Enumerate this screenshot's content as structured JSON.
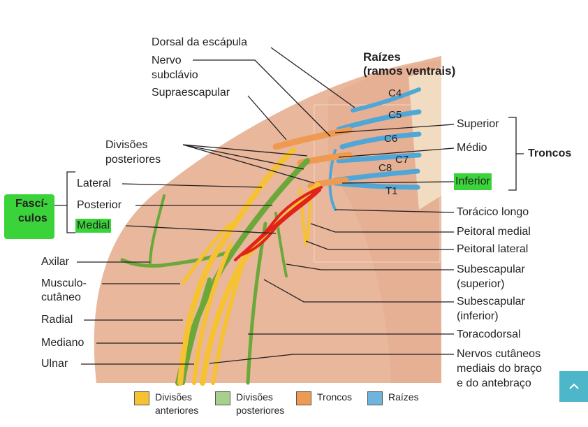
{
  "colors": {
    "anterior": "#f6c232",
    "posterior": "#7cba45",
    "trunks": "#ef9a52",
    "roots": "#4fa7d8",
    "highlight": "#3ad43a",
    "annotation": "#e0231c",
    "scroll_button": "#4db6c8"
  },
  "roots_header": [
    "Raízes",
    "(ramos ventrais)"
  ],
  "roots": [
    "C4",
    "C5",
    "C6",
    "C7",
    "C8",
    "T1"
  ],
  "top_labels": {
    "dorsal_escapula": "Dorsal da escápula",
    "nervo_subclavio": [
      "Nervo",
      "subclávio"
    ],
    "supraescapular": "Supraescapular",
    "divisoes_posteriores": [
      "Divisões",
      "posteriores"
    ]
  },
  "fasciculos": {
    "group_label": [
      "Fascí-",
      "culos"
    ],
    "items": [
      "Lateral",
      "Posterior",
      "Medial"
    ]
  },
  "left_labels": {
    "axilar": "Axilar",
    "musculocutaneo": [
      "Musculo-",
      "cutâneo"
    ],
    "radial": "Radial",
    "mediano": "Mediano",
    "ulnar": "Ulnar"
  },
  "troncos": {
    "group_label": "Troncos",
    "items": [
      "Superior",
      "Médio",
      "Inferior"
    ]
  },
  "right_labels": {
    "toracico_longo": "Torácico longo",
    "peitoral_medial": "Peitoral medial",
    "peitoral_lateral": "Peitoral lateral",
    "subescapular_superior": [
      "Subescapular",
      "(superior)"
    ],
    "subescapular_inferior": [
      "Subescapular",
      "(inferior)"
    ],
    "toracodorsal": "Toracodorsal",
    "cutaneos": [
      "Nervos cutâneos",
      "mediais do braço",
      "e do antebraço"
    ]
  },
  "legend": [
    {
      "lines": [
        "Divisões",
        "anteriores"
      ],
      "color": "#f6c232"
    },
    {
      "lines": [
        "Divisões",
        "posteriores"
      ],
      "color": "#a8d08d"
    },
    {
      "lines": [
        "Troncos"
      ],
      "color": "#ef9a52"
    },
    {
      "lines": [
        "Raízes"
      ],
      "color": "#6fb4dd"
    }
  ],
  "scroll_icon": "chevron-up-icon"
}
